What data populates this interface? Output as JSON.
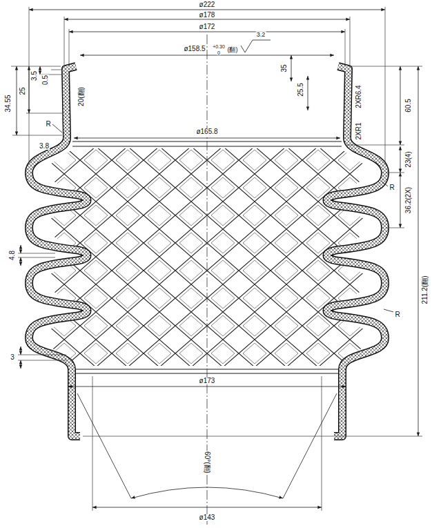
{
  "diagram": {
    "labels": [
      "ø222",
      "ø178",
      "ø172",
      "ø158.5",
      "+0.30",
      "0",
      "(翻)",
      "3.2",
      "35",
      "25.5",
      "20(翻)",
      "2XR6.4",
      "2XR1",
      "60.5",
      "ø165.8",
      "23(4)",
      "R",
      "36.2(2X)",
      "211.2(翻)",
      "34.55",
      "25",
      "3.5",
      "0.5",
      "R",
      "3.8",
      "4.8",
      "3",
      "R",
      "ø173",
      "60°(翻)",
      "ø143"
    ]
  }
}
